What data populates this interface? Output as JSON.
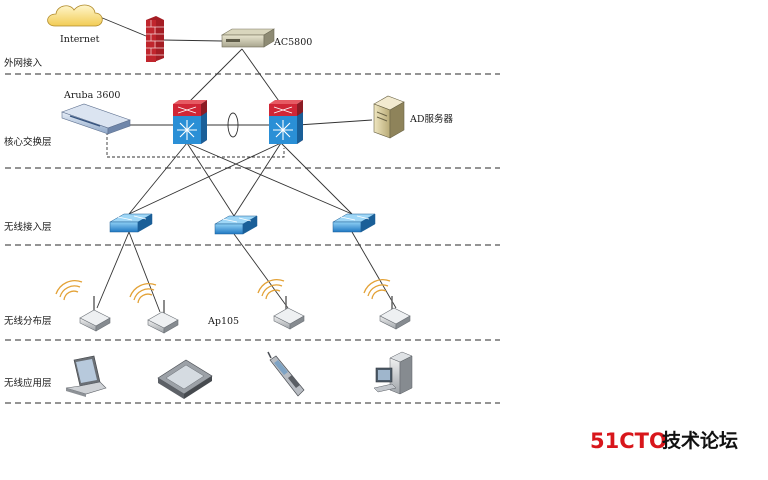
{
  "layers": {
    "outer": "外网接入",
    "core": "核心交换层",
    "access": "无线接入层",
    "distribution": "无线分布层",
    "application": "无线应用层"
  },
  "devices": {
    "internet": "Internet",
    "ac": "AC5800",
    "aruba": "Aruba 3600",
    "ad_server": "AD服务器",
    "ap": "Ap105"
  },
  "watermark": {
    "brand": "51CTO",
    "suffix": "技术论坛"
  },
  "colors": {
    "firewall": "#c0262d",
    "switch_blue": "#2a8fd6",
    "core_red": "#d02636",
    "watermark_red": "#d8161b"
  },
  "icons": [
    "cloud-icon",
    "firewall-icon",
    "access-controller-icon",
    "controller-icon",
    "core-switch-icon",
    "server-icon",
    "switch-icon",
    "access-point-icon",
    "laptop-icon",
    "pda-icon",
    "phone-icon",
    "desktop-icon"
  ]
}
